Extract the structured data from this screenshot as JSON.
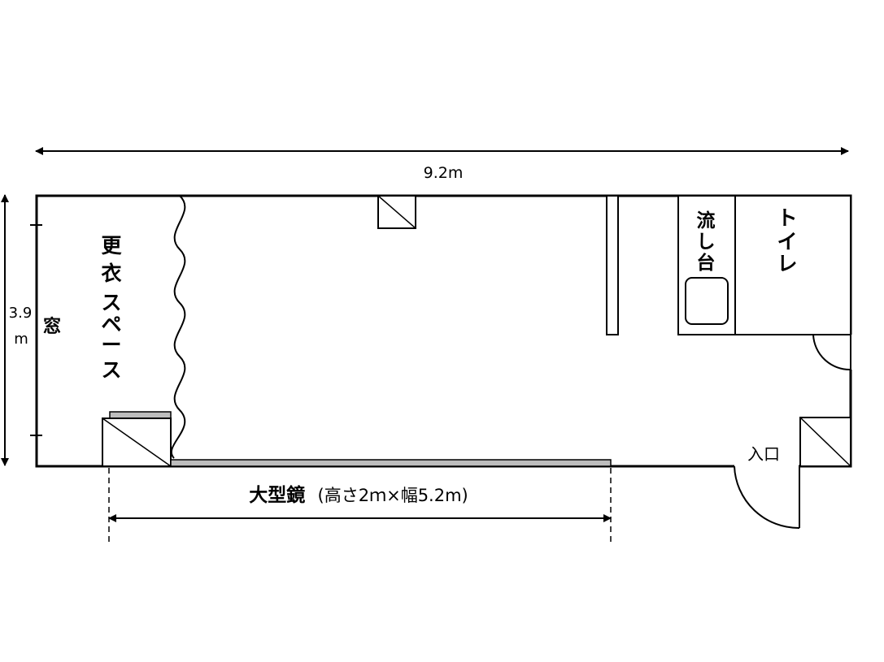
{
  "dimensions": {
    "width_label": "9.2m",
    "height_label_line1": "3.9",
    "height_label_line2": "m"
  },
  "rooms": {
    "window": "窓",
    "changing_space": [
      "更",
      "衣",
      "ス",
      "ペ",
      "ー",
      "ス"
    ],
    "sink": [
      "流",
      "し",
      "台"
    ],
    "toilet": [
      "ト",
      "イ",
      "レ"
    ]
  },
  "entrance": "入口",
  "mirror": {
    "name": "大型鏡",
    "spec": "(高さ2ｍ×幅5.2m)"
  }
}
